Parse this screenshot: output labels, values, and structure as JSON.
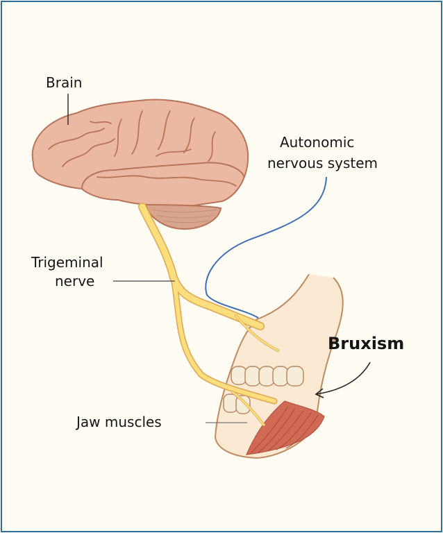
{
  "diagram": {
    "labels": {
      "brain": "Brain",
      "autonomic_line1": "Autonomic",
      "autonomic_line2": "nervous system",
      "trigeminal_line1": "Trigeminal",
      "trigeminal_line2": "nerve",
      "bruxism": "Bruxism",
      "jaw_muscles": "Jaw muscles"
    },
    "colors": {
      "border": "#2e6e99",
      "background": "#fffcf3",
      "brain_fill": "#ebb9a2",
      "brain_stroke": "#b8735a",
      "nerve_fill": "#fbdf7e",
      "nerve_stroke": "#e0a550",
      "autonomic": "#3f6fb2",
      "skin_fill": "#fbe9d4",
      "skin_stroke": "#c08a5e",
      "muscle_fill": "#d06a55",
      "teeth_fill": "#f6edd8"
    }
  }
}
